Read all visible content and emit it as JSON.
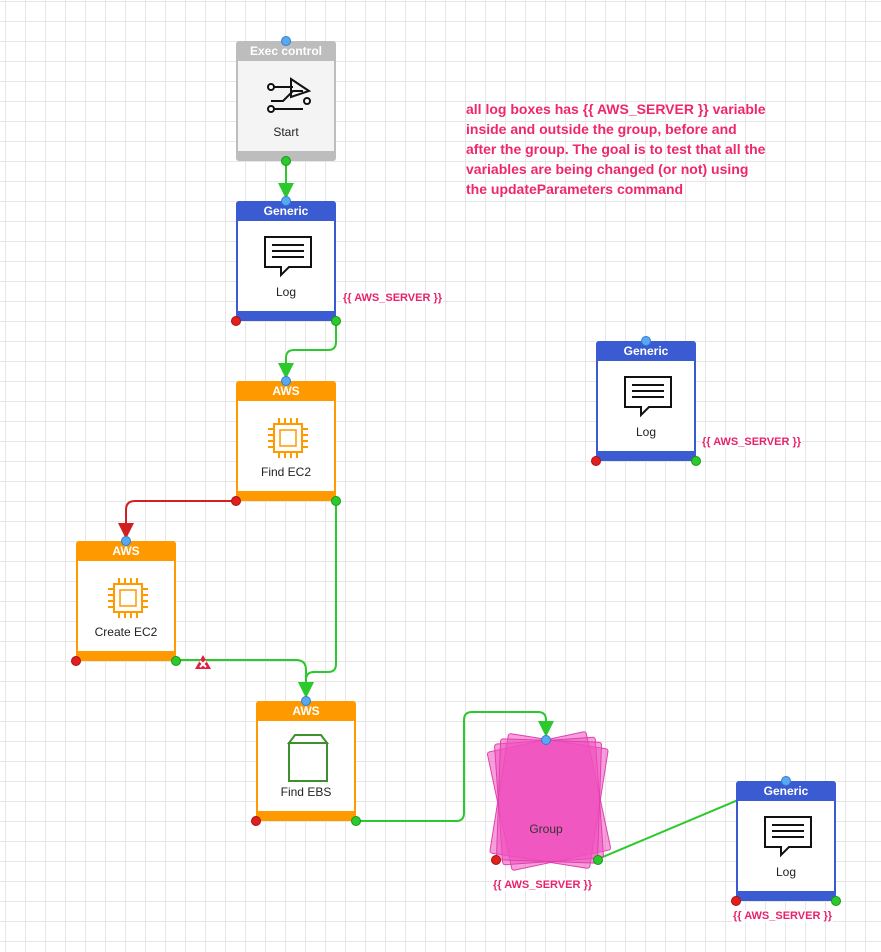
{
  "note": {
    "lines": [
      "all log boxes has {{ AWS_SERVER }} variable",
      "inside and outside the group, before and",
      "after the group. The goal is to test that all the",
      "variables are being changed (or not) using",
      "the updateParameters command"
    ]
  },
  "nodes": {
    "exec_start": {
      "header": "Exec control",
      "label": "Start",
      "icon": "flow-start-icon"
    },
    "log1": {
      "header": "Generic",
      "label": "Log",
      "icon": "log-icon",
      "tag": "{{ AWS_SERVER }}"
    },
    "find_ec2": {
      "header": "AWS",
      "label": "Find EC2",
      "icon": "ec2-chip-icon"
    },
    "create_ec2": {
      "header": "AWS",
      "label": "Create EC2",
      "icon": "ec2-chip-icon"
    },
    "find_ebs": {
      "header": "AWS",
      "label": "Find EBS",
      "icon": "ebs-volume-icon"
    },
    "log_standalone": {
      "header": "Generic",
      "label": "Log",
      "icon": "log-icon",
      "tag": "{{ AWS_SERVER }}"
    },
    "group": {
      "label": "Group",
      "tag": "{{ AWS_SERVER }}"
    },
    "log_after": {
      "header": "Generic",
      "label": "Log",
      "icon": "log-icon",
      "tag": "{{ AWS_SERVER }}"
    }
  },
  "colors": {
    "generic": "#3a5bd1",
    "aws": "#ff9900",
    "exec": "#bdbdbd",
    "success_edge": "#2cc92c",
    "error_edge": "#d02020",
    "variable_tag": "#e8226b",
    "group_fill": "#f050be"
  }
}
